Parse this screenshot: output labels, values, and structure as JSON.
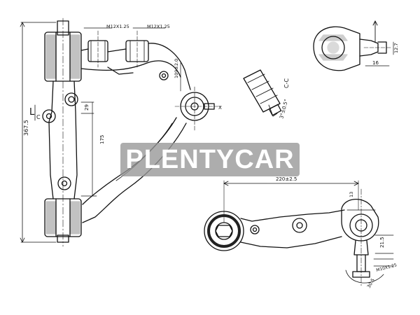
{
  "labels": {
    "thread_left": "M12X1.25",
    "thread_right": "M12X1.25",
    "width_main": "109±2.0",
    "offset_small": "29",
    "mid_length": "175",
    "total_length": "367.5",
    "length_marker": "L",
    "length_marker_sub": "C",
    "x_mark": "X",
    "section_mark": "C-C",
    "section_angle": "3°±0.5°",
    "ball_dim_a": "12.7",
    "ball_dim_b": "16",
    "arm_width": "220±2.5",
    "boss_dim": "13",
    "thread_mini": "M10X1.25",
    "arm_offset": "21.5",
    "arm_bottom": "30.5"
  },
  "watermark": {
    "text": "PLENTYCAR"
  }
}
